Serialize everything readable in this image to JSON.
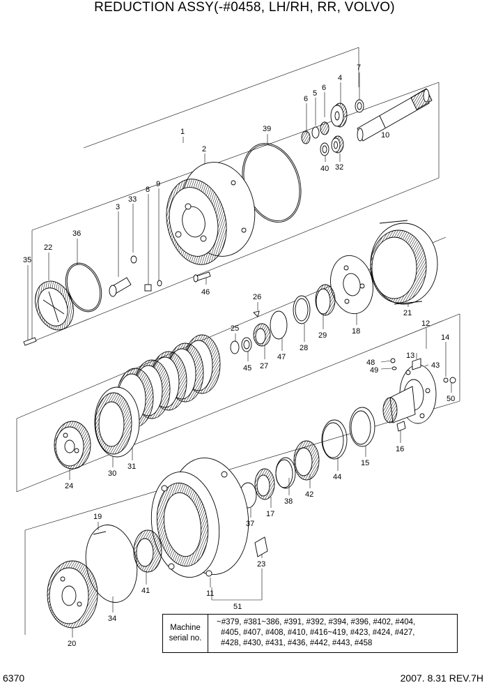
{
  "title": "REDUCTION  ASSY(-#0458, LH/RH, RR, VOLVO)",
  "page_number": "6370",
  "revision": "2007. 8.31  REV.7H",
  "serial_box": {
    "label_line1": "Machine",
    "label_line2": "serial no.",
    "line1": "~#379, #381~386, #391, #392, #394, #396, #402, #404,",
    "line2": "#405, #407, #408, #410, #416~419, #423, #424, #427,",
    "line3": "#428, #430, #431, #436, #442, #443, #458"
  },
  "callouts": {
    "c1": "1",
    "c2": "2",
    "c3": "3",
    "c4": "4",
    "c5": "5",
    "c6a": "6",
    "c6b": "6",
    "c7": "7",
    "c8": "8",
    "c9": "9",
    "c10": "10",
    "c11": "11",
    "c12": "12",
    "c13": "13",
    "c14": "14",
    "c15": "15",
    "c16": "16",
    "c17": "17",
    "c18": "18",
    "c19": "19",
    "c20": "20",
    "c21": "21",
    "c22": "22",
    "c23": "23",
    "c24": "24",
    "c25": "25",
    "c26": "26",
    "c27": "27",
    "c28": "28",
    "c29": "29",
    "c30": "30",
    "c31": "31",
    "c32": "32",
    "c33": "33",
    "c34": "34",
    "c35": "35",
    "c36": "36",
    "c37": "37",
    "c38": "38",
    "c39": "39",
    "c40": "40",
    "c41": "41",
    "c42": "42",
    "c43": "43",
    "c44": "44",
    "c45": "45",
    "c46": "46",
    "c47": "47",
    "c48": "48",
    "c49": "49",
    "c50": "50",
    "c51": "51"
  }
}
